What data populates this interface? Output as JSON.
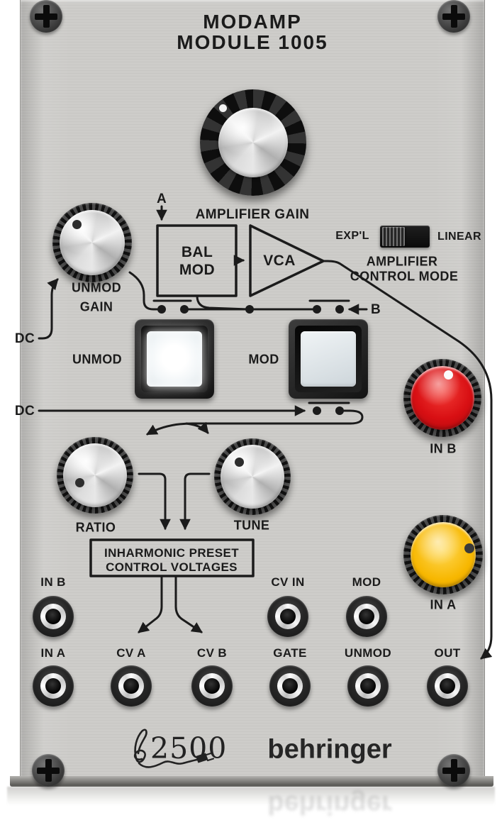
{
  "panel": {
    "title_line1": "MODAMP",
    "title_line2": "MODULE 1005",
    "brand": "behringer",
    "series_logo": "2500"
  },
  "controls": {
    "amplifier_gain": {
      "label": "AMPLIFIER GAIN"
    },
    "unmod_gain": {
      "label_line1": "UNMOD",
      "label_line2": "GAIN"
    },
    "ratio": {
      "label": "RATIO"
    },
    "tune": {
      "label": "TUNE"
    },
    "in_b": {
      "label": "IN B",
      "color": "#d80f13"
    },
    "in_a": {
      "label": "IN A",
      "color": "#f7b700"
    },
    "unmod_button": {
      "label": "UNMOD",
      "state": "lit"
    },
    "mod_button": {
      "label": "MOD",
      "state": "unlit"
    },
    "mode_switch": {
      "left_option": "EXP'L",
      "right_option": "LINEAR",
      "position": "left",
      "label_line1": "AMPLIFIER",
      "label_line2": "CONTROL MODE"
    }
  },
  "diagram": {
    "input_a": "A",
    "input_b": "B",
    "dc_upper": "DC",
    "dc_lower": "DC",
    "bal_mod_line1": "BAL",
    "bal_mod_line2": "MOD",
    "vca": "VCA",
    "preset_box_line1": "INHARMONIC PRESET",
    "preset_box_line2": "CONTROL VOLTAGES"
  },
  "jacks": {
    "row1": [
      {
        "label": "IN B"
      },
      {
        "label": "CV IN"
      },
      {
        "label": "MOD"
      }
    ],
    "row2": [
      {
        "label": "IN A"
      },
      {
        "label": "CV A"
      },
      {
        "label": "CV B"
      },
      {
        "label": "GATE"
      },
      {
        "label": "UNMOD"
      },
      {
        "label": "OUT"
      }
    ]
  },
  "colors": {
    "panel": "#c9c8c5",
    "ink": "#1b1b1b",
    "knob_red": "#d80f13",
    "knob_yellow": "#f7b700",
    "button_lit": "#ffffff",
    "button_unlit": "#dde3e7"
  }
}
